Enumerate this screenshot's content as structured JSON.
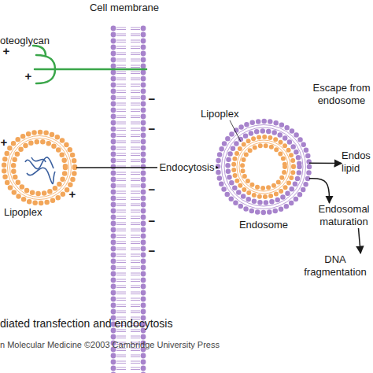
{
  "diagram": {
    "caption": "diated transfection and endocytosis",
    "nodes": [
      {
        "text": [
          "Cell membrane"
        ]
      },
      {
        "text": [
          "oteoglycan"
        ]
      },
      {
        "text": [
          "Lipoplex"
        ]
      },
      {
        "text": [
          "Endosome"
        ]
      },
      {
        "text": [
          "Lipoplex"
        ],
        "in": 3
      },
      {
        "text": [
          "Escape from endosome"
        ]
      },
      {
        "text": [
          "Endos lipid"
        ]
      },
      {
        "text": [
          "Endosomal maturation"
        ]
      },
      {
        "text": [
          "DNA fragmentation"
        ]
      }
    ],
    "edges": [
      {
        "from": 2,
        "to": 3,
        "arrow": "to",
        "label": "Endocytosis"
      },
      {
        "from": 3,
        "to": 6,
        "arrow": "to"
      },
      {
        "from": 3,
        "to": 7,
        "arrow": "to"
      },
      {
        "from": 7,
        "to": 8,
        "arrow": "to"
      }
    ],
    "labels": [
      "+",
      "+",
      "+",
      "+",
      "−",
      "−",
      "−",
      "−",
      "−",
      "n Molecular Medicine ©2003 Cambridge University Press"
    ]
  }
}
